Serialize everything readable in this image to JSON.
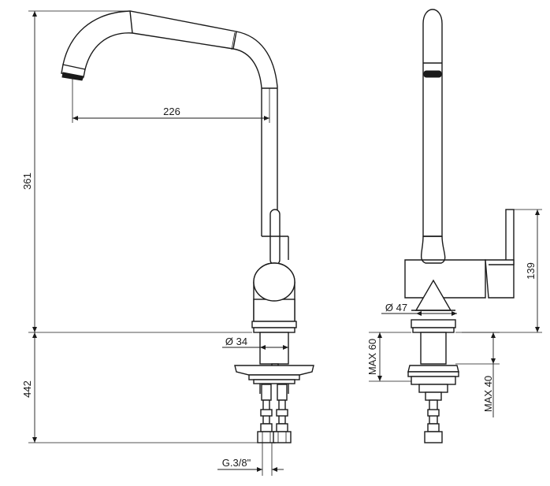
{
  "dimensions": {
    "overall_height": "361",
    "spout_reach": "226",
    "body_diameter": "Ø 34",
    "below_deck_length": "442",
    "connection_thread": "G.3/8\"",
    "side_height_lever": "139",
    "side_diameter": "Ø 47",
    "max_deck_thickness_a": "MAX 60",
    "max_deck_thickness_b": "MAX 40"
  }
}
